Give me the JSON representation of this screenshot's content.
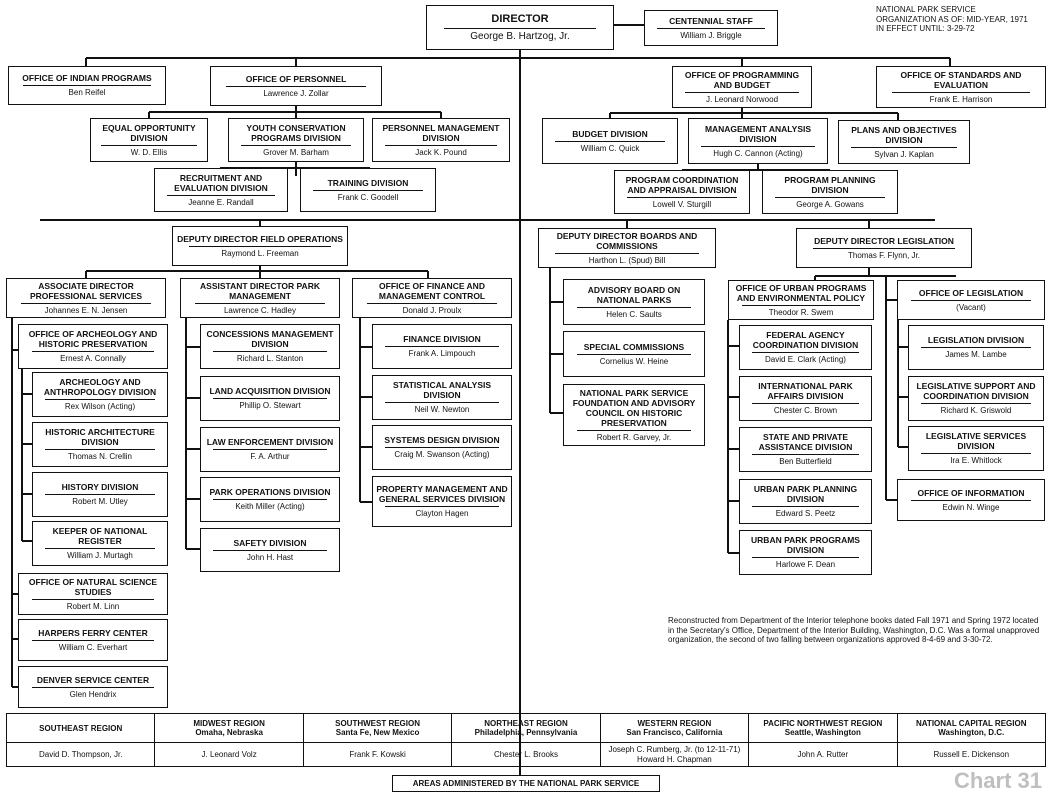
{
  "legend": [
    "NATIONAL PARK SERVICE",
    "ORGANIZATION AS OF:  MID-YEAR, 1971",
    "IN EFFECT UNTIL:   3-29-72"
  ],
  "director": {
    "title": "DIRECTOR",
    "name": "George B. Hartzog, Jr."
  },
  "centennial": {
    "title": "CENTENNIAL STAFF",
    "name": "William J. Briggle"
  },
  "indian": {
    "title": "OFFICE OF INDIAN PROGRAMS",
    "name": "Ben Reifel"
  },
  "personnel": {
    "title": "OFFICE OF PERSONNEL",
    "name": "Lawrence J. Zollar"
  },
  "eeo": {
    "title": "EQUAL OPPORTUNITY DIVISION",
    "name": "W. D. Ellis"
  },
  "ycp": {
    "title": "YOUTH CONSERVATION PROGRAMS DIVISION",
    "name": "Grover M. Barham"
  },
  "pmd": {
    "title": "PERSONNEL MANAGEMENT DIVISION",
    "name": "Jack K. Pound"
  },
  "red": {
    "title": "RECRUITMENT AND EVALUATION DIVISION",
    "name": "Jeanne E. Randall"
  },
  "trd": {
    "title": "TRAINING DIVISION",
    "name": "Frank C. Goodell"
  },
  "opb": {
    "title": "OFFICE OF PROGRAMMING AND BUDGET",
    "name": "J. Leonard Norwood"
  },
  "ose": {
    "title": "OFFICE OF STANDARDS AND EVALUATION",
    "name": "Frank E. Harrison"
  },
  "bud": {
    "title": "BUDGET DIVISION",
    "name": "William C. Quick"
  },
  "mad": {
    "title": "MANAGEMENT ANALYSIS DIVISION",
    "name": "Hugh C. Cannon (Acting)"
  },
  "pod": {
    "title": "PLANS AND OBJECTIVES DIVISION",
    "name": "Sylvan J. Kaplan"
  },
  "pca": {
    "title": "PROGRAM COORDINATION AND APPRAISAL DIVISION",
    "name": "Lowell V. Sturgill"
  },
  "ppd": {
    "title": "PROGRAM PLANNING DIVISION",
    "name": "George A. Gowans"
  },
  "ddfo": {
    "title": "DEPUTY DIRECTOR FIELD OPERATIONS",
    "name": "Raymond L. Freeman"
  },
  "ddbc": {
    "title": "DEPUTY DIRECTOR BOARDS AND COMMISSIONS",
    "name": "Harthon L. (Spud) Bill"
  },
  "ddl": {
    "title": "DEPUTY DIRECTOR LEGISLATION",
    "name": "Thomas F. Flynn, Jr."
  },
  "adps": {
    "title": "ASSOCIATE DIRECTOR PROFESSIONAL SERVICES",
    "name": "Johannes E. N. Jensen"
  },
  "oahp": {
    "title": "OFFICE OF ARCHEOLOGY AND HISTORIC PRESERVATION",
    "name": "Ernest A. Connally"
  },
  "aad": {
    "title": "ARCHEOLOGY AND ANTHROPOLOGY DIVISION",
    "name": "Rex Wilson (Acting)"
  },
  "had": {
    "title": "HISTORIC ARCHITECTURE DIVISION",
    "name": "Thomas N. Crellin"
  },
  "hid": {
    "title": "HISTORY DIVISION",
    "name": "Robert M. Utley"
  },
  "knr": {
    "title": "KEEPER OF NATIONAL REGISTER",
    "name": "William J. Murtagh"
  },
  "onss": {
    "title": "OFFICE OF NATURAL SCIENCE STUDIES",
    "name": "Robert M. Linn"
  },
  "hfc": {
    "title": "HARPERS FERRY CENTER",
    "name": "William C. Everhart"
  },
  "dsc": {
    "title": "DENVER SERVICE CENTER",
    "name": "Glen Hendrix"
  },
  "adpm": {
    "title": "ASSISTANT DIRECTOR PARK MANAGEMENT",
    "name": "Lawrence C. Hadley"
  },
  "cmd": {
    "title": "CONCESSIONS MANAGEMENT DIVISION",
    "name": "Richard L. Stanton"
  },
  "lad": {
    "title": "LAND ACQUISITION DIVISION",
    "name": "Phillip O. Stewart"
  },
  "led": {
    "title": "LAW ENFORCEMENT DIVISION",
    "name": "F. A. Arthur"
  },
  "pop": {
    "title": "PARK OPERATIONS DIVISION",
    "name": "Keith Miller (Acting)"
  },
  "saf": {
    "title": "SAFETY DIVISION",
    "name": "John H. Hast"
  },
  "ofmc": {
    "title": "OFFICE OF FINANCE AND MANAGEMENT CONTROL",
    "name": "Donald J. Proulx"
  },
  "fin": {
    "title": "FINANCE DIVISION",
    "name": "Frank A. Limpouch"
  },
  "sad": {
    "title": "STATISTICAL ANALYSIS DIVISION",
    "name": "Neil W. Newton"
  },
  "sdd": {
    "title": "SYSTEMS DESIGN DIVISION",
    "name": "Craig M. Swanson (Acting)"
  },
  "pmg": {
    "title": "PROPERTY MANAGEMENT AND GENERAL SERVICES DIVISION",
    "name": "Clayton Hagen"
  },
  "abnp": {
    "title": "ADVISORY BOARD ON NATIONAL PARKS",
    "name": "Helen C. Saults"
  },
  "spc": {
    "title": "SPECIAL COMMISSIONS",
    "name": "Cornelius W. Heine"
  },
  "npsf": {
    "title": "NATIONAL PARK SERVICE FOUNDATION AND ADVISORY COUNCIL ON HISTORIC PRESERVATION",
    "name": "Robert R. Garvey, Jr."
  },
  "oupep": {
    "title": "OFFICE OF URBAN PROGRAMS AND ENVIRONMENTAL POLICY",
    "name": "Theodor R. Swem"
  },
  "facd": {
    "title": "FEDERAL AGENCY COORDINATION DIVISION",
    "name": "David E. Clark (Acting)"
  },
  "ipad": {
    "title": "INTERNATIONAL PARK AFFAIRS DIVISION",
    "name": "Chester C. Brown"
  },
  "spad": {
    "title": "STATE AND PRIVATE ASSISTANCE DIVISION",
    "name": "Ben Butterfield"
  },
  "uppd": {
    "title": "URBAN PARK PLANNING DIVISION",
    "name": "Edward S. Peetz"
  },
  "upp": {
    "title": "URBAN PARK PROGRAMS DIVISION",
    "name": "Harlowe F. Dean"
  },
  "olg": {
    "title": "OFFICE OF LEGISLATION",
    "name": "(Vacant)"
  },
  "lgd": {
    "title": "LEGISLATION DIVISION",
    "name": "James M. Lambe"
  },
  "lscd": {
    "title": "LEGISLATIVE SUPPORT AND COORDINATION DIVISION",
    "name": "Richard K. Griswold"
  },
  "lsd": {
    "title": "LEGISLATIVE SERVICES DIVISION",
    "name": "Ira E. Whitlock"
  },
  "oinf": {
    "title": "OFFICE OF INFORMATION",
    "name": "Edwin N. Winge"
  },
  "note": "Reconstructed from Department of the Interior telephone books dated Fall 1971 and Spring 1972 located in the Secretary's Office, Department of the Interior Building, Washington, D.C. Was a formal unapproved organization, the second of two falling between organizations approved 8-4-69 and 3-30-72.",
  "regions": [
    {
      "name": "SOUTHEAST REGION",
      "city": "",
      "head": "David D. Thompson, Jr."
    },
    {
      "name": "MIDWEST REGION",
      "city": "Omaha, Nebraska",
      "head": "J. Leonard Volz"
    },
    {
      "name": "SOUTHWEST REGION",
      "city": "Santa Fe, New Mexico",
      "head": "Frank F. Kowski"
    },
    {
      "name": "NORTHEAST REGION",
      "city": "Philadelphia, Pennsylvania",
      "head": "Chester L. Brooks"
    },
    {
      "name": "WESTERN REGION",
      "city": "San Francisco, California",
      "head": "Joseph C. Rumberg, Jr. (to 12-11-71)",
      "head2": "Howard H. Chapman"
    },
    {
      "name": "PACIFIC NORTHWEST REGION",
      "city": "Seattle, Washington",
      "head": "John A. Rutter"
    },
    {
      "name": "NATIONAL CAPITAL REGION",
      "city": "Washington, D.C.",
      "head": "Russell E. Dickenson"
    }
  ],
  "areas": "AREAS ADMINISTERED BY THE NATIONAL PARK SERVICE",
  "chart_label": "Chart 31"
}
